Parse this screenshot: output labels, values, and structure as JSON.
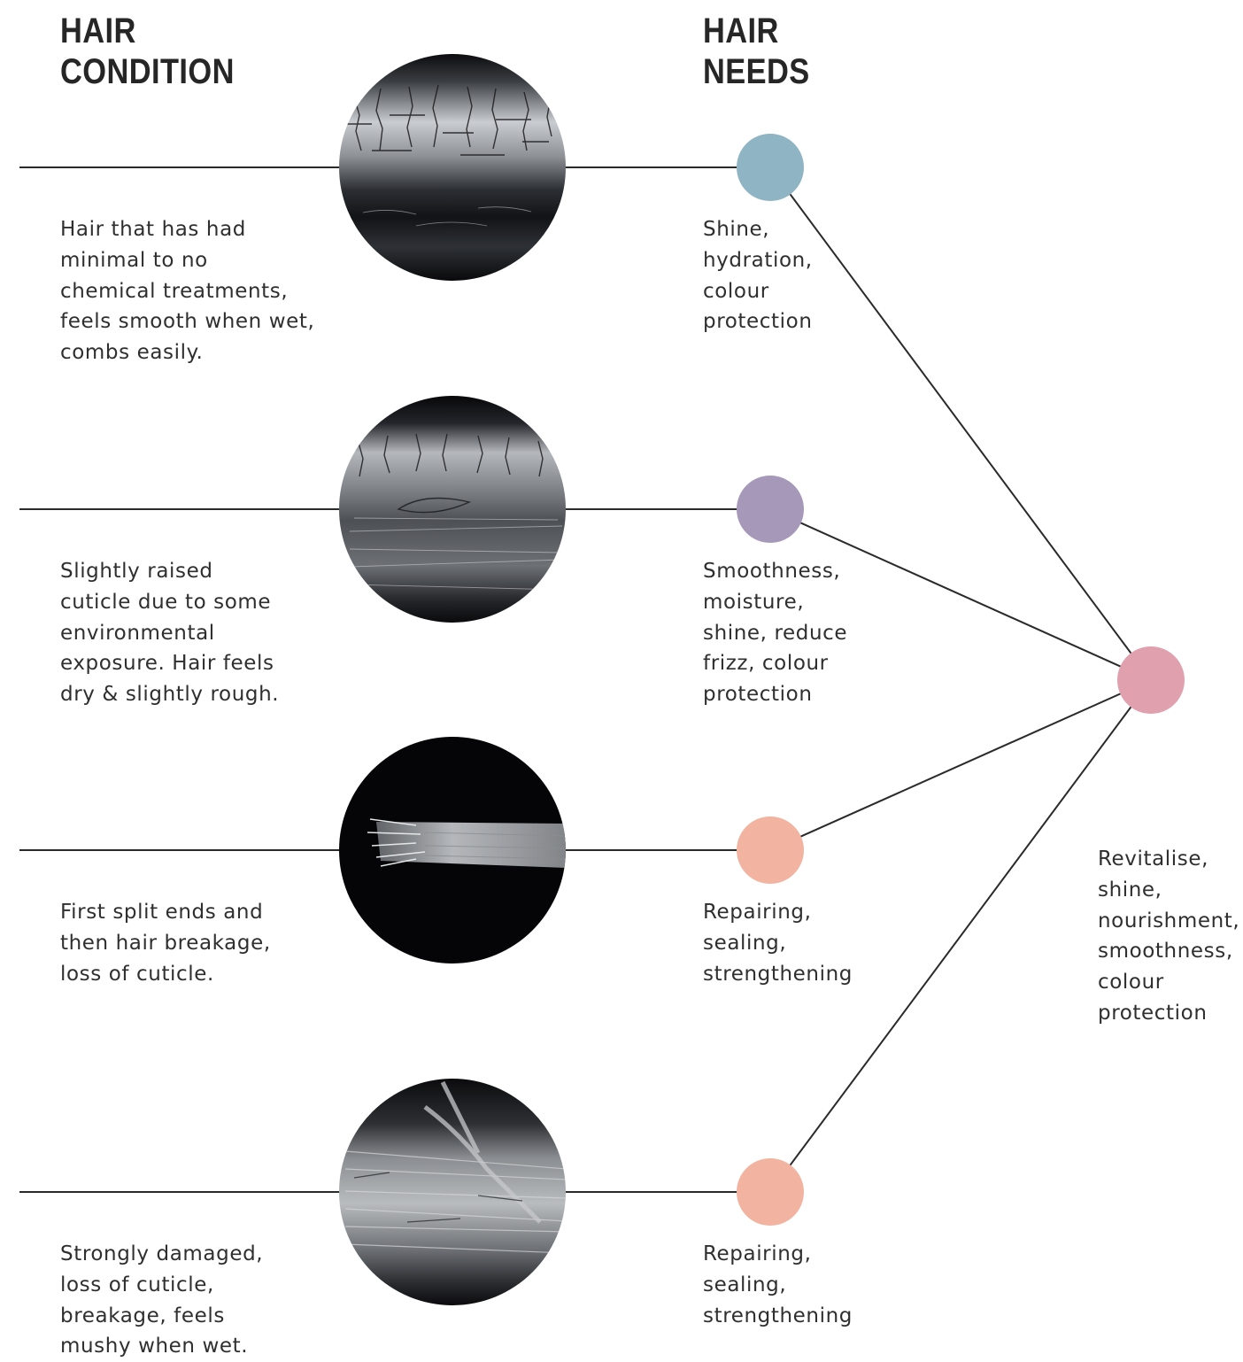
{
  "headings": {
    "condition": [
      "HAIR",
      "CONDITION"
    ],
    "needs": [
      "HAIR",
      "NEEDS"
    ]
  },
  "rows": [
    {
      "condition_text": "Hair that has had\nminimal to no\nchemical treatments,\nfeels smooth when wet,\ncombs easily.",
      "needs_text": "Shine,\nhydration,\ncolour\nprotection",
      "dot_color": "#8fb4c3",
      "image": "intact-cuticle"
    },
    {
      "condition_text": "Slightly raised\ncuticle due to some\nenvironmental\nexposure. Hair feels\ndry & slightly rough.",
      "needs_text": "Smoothness,\nmoisture,\nshine, reduce\nfrizz, colour\nprotection",
      "dot_color": "#a698b8",
      "image": "raised-cuticle"
    },
    {
      "condition_text": "First split ends and\nthen hair breakage,\nloss of cuticle.",
      "needs_text": "Repairing,\nsealing,\nstrengthening",
      "dot_color": "#f2b3a0",
      "image": "split-end"
    },
    {
      "condition_text": "Strongly damaged,\nloss of cuticle,\nbreakage, feels\nmushy when wet.",
      "needs_text": "Repairing,\nsealing,\nstrengthening",
      "dot_color": "#f2b3a0",
      "image": "damaged-fiber"
    }
  ],
  "result": {
    "text": "Revitalise,\nshine,\nnourishment,\nsmoothness,\ncolour\nprotection",
    "dot_color": "#e0a0ae"
  },
  "line_color": "#2a2a2a"
}
